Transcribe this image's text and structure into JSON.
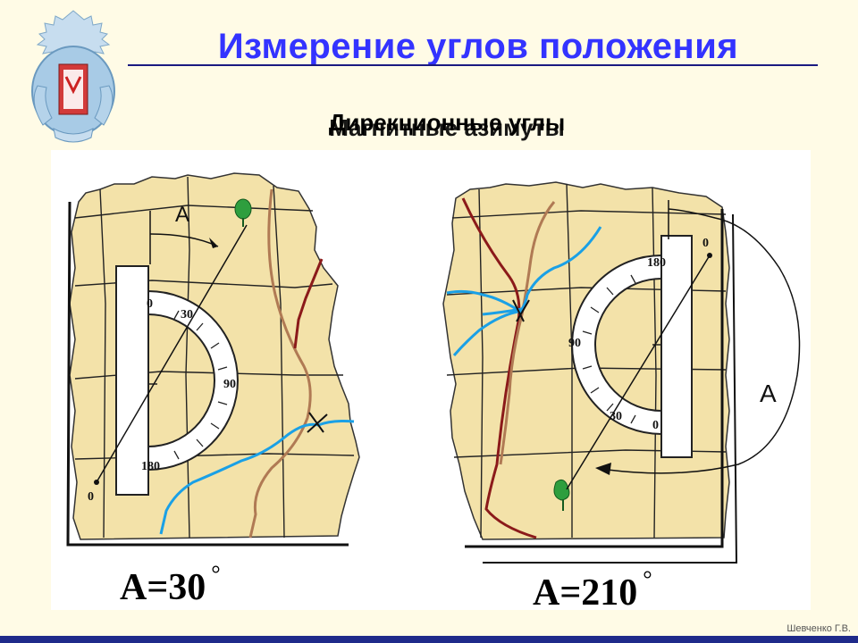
{
  "slide": {
    "title": "Измерение углов положения",
    "subtitle_a": "Дирекционные углы",
    "subtitle_b": "Магнитные азимуты",
    "author": "Шевченко Г.В."
  },
  "left_diagram": {
    "angle_label": "А",
    "scale_labels": [
      "0",
      "30",
      "90",
      "180",
      "0"
    ],
    "formula": "А=30",
    "degree": "°",
    "angle_value": 30
  },
  "right_diagram": {
    "angle_label": "А",
    "scale_labels": [
      "180",
      "0",
      "90",
      "30",
      "0"
    ],
    "formula": "А=210",
    "degree": "°",
    "angle_value": 210
  },
  "colors": {
    "title": "#3333ff",
    "map_fill": "#f3e2a9",
    "grid": "#1e1e1e",
    "river": "#1aa0e6",
    "road_brown": "#b07a54",
    "road_red": "#8b1a1a",
    "tree": "#2e9e3e",
    "bottom_bar": "#1f2a8a"
  }
}
